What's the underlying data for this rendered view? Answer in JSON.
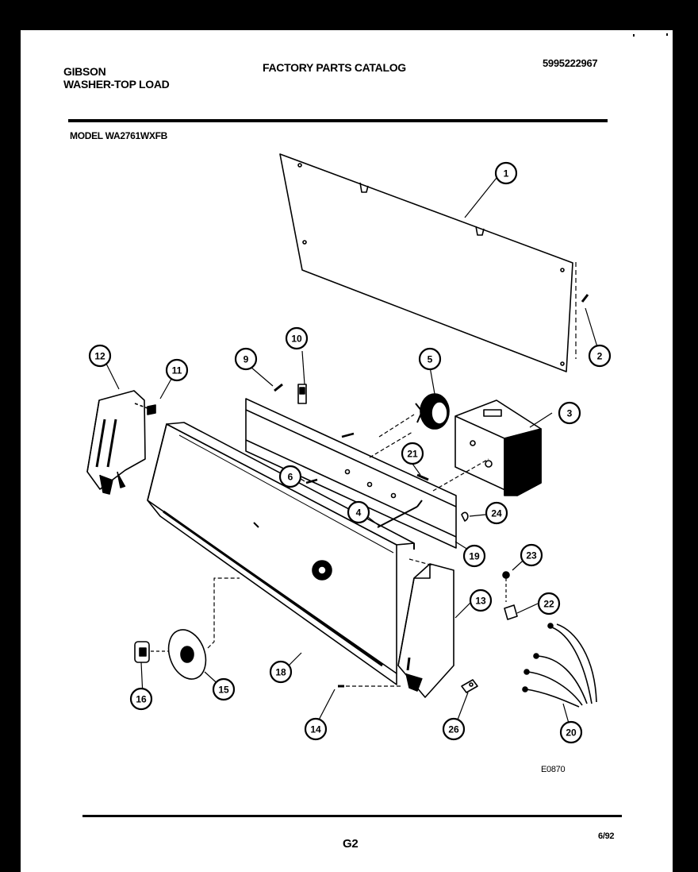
{
  "header": {
    "brand": "GIBSON",
    "product": "WASHER-TOP LOAD",
    "catalog_title": "FACTORY PARTS CATALOG",
    "part_number": "5995222967",
    "model": "MODEL WA2761WXFB"
  },
  "diagram": {
    "callouts": [
      "1",
      "2",
      "3",
      "4",
      "5",
      "6",
      "9",
      "10",
      "11",
      "12",
      "13",
      "14",
      "15",
      "16",
      "18",
      "19",
      "20",
      "21",
      "22",
      "23",
      "24",
      "26"
    ],
    "code": "E0870"
  },
  "footer": {
    "page": "G2",
    "date": "6/92"
  }
}
